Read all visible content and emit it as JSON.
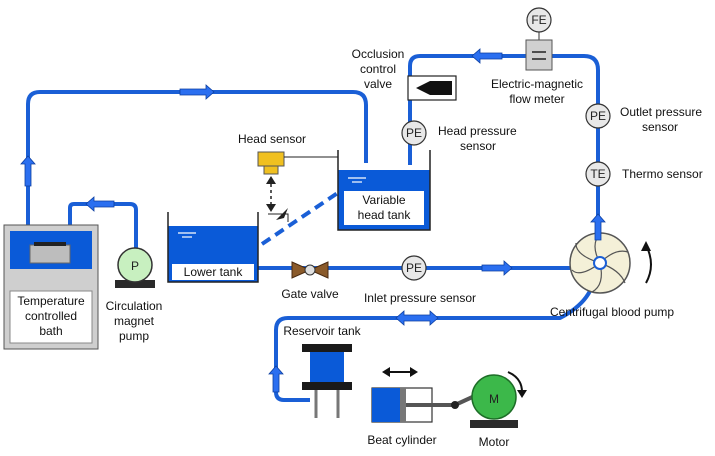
{
  "labels": {
    "temp_bath_1": "Temperature",
    "temp_bath_2": "controlled",
    "temp_bath_3": "bath",
    "circ_pump_1": "Circulation",
    "circ_pump_2": "magnet",
    "circ_pump_3": "pump",
    "lower_tank": "Lower tank",
    "gate_valve": "Gate valve",
    "inlet_pressure_sensor": "Inlet pressure sensor",
    "head_sensor": "Head sensor",
    "var_tank_1": "Variable",
    "var_tank_2": "head tank",
    "occlusion_1": "Occlusion",
    "occlusion_2": "control",
    "occlusion_3": "valve",
    "head_pressure_1": "Head pressure",
    "head_pressure_2": "sensor",
    "flow_meter_1": "Electric-magnetic",
    "flow_meter_2": "flow meter",
    "outlet_pressure_1": "Outlet pressure",
    "outlet_pressure_2": "sensor",
    "thermo_sensor": "Thermo sensor",
    "centrifugal_pump": "Centrifugal blood pump",
    "reservoir_tank": "Reservoir tank",
    "beat_cylinder": "Beat cylinder",
    "motor": "Motor"
  },
  "instruments": {
    "pe_inlet": "PE",
    "pe_head": "PE",
    "pe_outlet": "PE",
    "te": "TE",
    "fe": "FE",
    "pump_p": "P",
    "motor_m": "M"
  },
  "colors": {
    "pipe": "#1a5fd6",
    "water": "#0a5ad8",
    "arrow": "#2b6ff0",
    "pump_green": "#c8f0c0",
    "motor_green": "#3cb84a",
    "bath_gray": "#c8c8c8",
    "valve_brown": "#8a5a2a",
    "sensor_yellow": "#f0c020"
  }
}
